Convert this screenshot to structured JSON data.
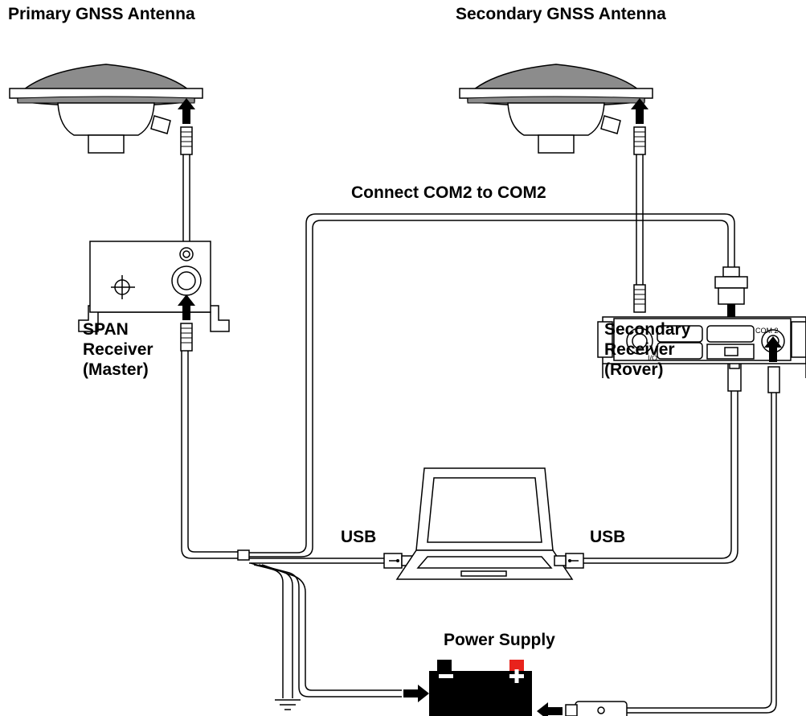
{
  "labels": {
    "primary_antenna": "Primary GNSS Antenna",
    "secondary_antenna": "Secondary GNSS Antenna",
    "com_link": "Connect COM2 to COM2",
    "span_receiver": [
      "SPAN",
      "Receiver",
      "(Master)"
    ],
    "secondary_receiver": [
      "Secondary",
      "Receiver",
      "(Rover)"
    ],
    "usb_left": "USB",
    "usb_right": "USB",
    "power_supply": "Power Supply"
  },
  "port_labels": {
    "com2": "COM 2",
    "io": "I/O"
  },
  "battery": {
    "negative": "−",
    "positive": "+"
  },
  "colors": {
    "line": "#000000",
    "cable_fill": "#ffffff",
    "antenna_top": "#8c8c8c",
    "battery_body": "#000000",
    "positive_terminal": "#e8231c"
  }
}
